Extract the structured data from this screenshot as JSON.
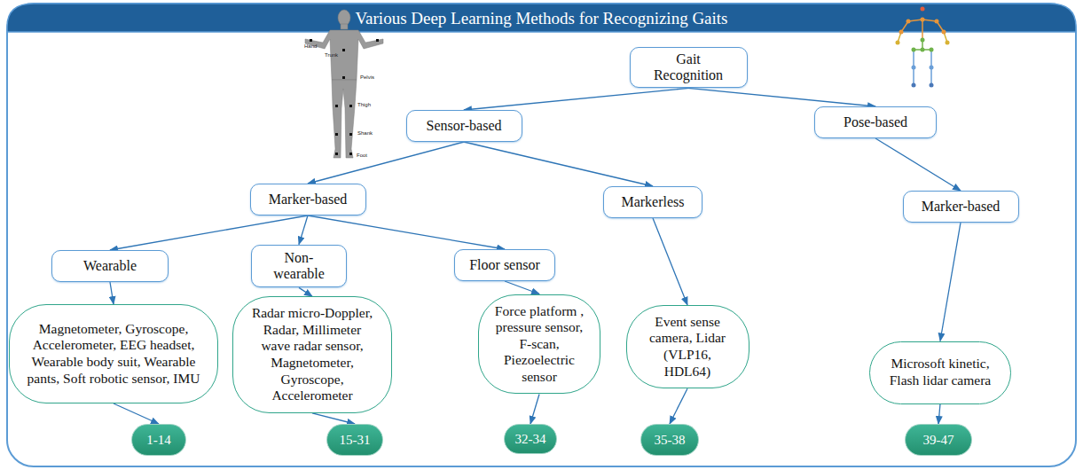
{
  "diagram": {
    "title": "Various Deep Learning Methods for Recognizing Gaits",
    "nodes": [
      {
        "text": [
          "Gait Recognition"
        ]
      },
      {
        "text": [
          "Sensor-based"
        ]
      },
      {
        "text": [
          "Pose-based"
        ]
      },
      {
        "text": [
          "Marker-based"
        ]
      },
      {
        "text": [
          "Markerless"
        ]
      },
      {
        "text": [
          "Marker-based"
        ]
      },
      {
        "text": [
          "Wearable"
        ]
      },
      {
        "text": [
          "Non-wearable"
        ]
      },
      {
        "text": [
          "Floor sensor"
        ]
      },
      {
        "text": [
          "Magnetometer, Gyroscope, Accelerometer, EEG headset, Wearable body suit, Wearable pants, Soft robotic sensor, IMU"
        ]
      },
      {
        "text": [
          "Radar micro-Doppler, Radar, Millimeter wave radar sensor, Magnetometer, Gyroscope, Accelerometer"
        ]
      },
      {
        "text": [
          "Force platform , pressure sensor, F-scan, Piezoelectric sensor"
        ]
      },
      {
        "text": [
          "Event sense camera, Lidar (VLP16, HDL64)"
        ]
      },
      {
        "text": [
          "Microsoft kinetic, Flash lidar camera"
        ]
      },
      {
        "text": [
          "1-14"
        ]
      },
      {
        "text": [
          "15-31"
        ]
      },
      {
        "text": [
          "32-34"
        ]
      },
      {
        "text": [
          "35-38"
        ]
      },
      {
        "text": [
          "39-47"
        ]
      }
    ],
    "edges": [
      {
        "from": 0,
        "to": 1,
        "arrow": "to"
      },
      {
        "from": 0,
        "to": 2,
        "arrow": "to"
      },
      {
        "from": 1,
        "to": 3,
        "arrow": "to"
      },
      {
        "from": 1,
        "to": 4,
        "arrow": "to"
      },
      {
        "from": 2,
        "to": 5,
        "arrow": "to"
      },
      {
        "from": 3,
        "to": 6,
        "arrow": "to"
      },
      {
        "from": 3,
        "to": 7,
        "arrow": "to"
      },
      {
        "from": 3,
        "to": 8,
        "arrow": "to"
      },
      {
        "from": 6,
        "to": 9,
        "arrow": "to"
      },
      {
        "from": 7,
        "to": 10,
        "arrow": "to"
      },
      {
        "from": 8,
        "to": 11,
        "arrow": "to"
      },
      {
        "from": 4,
        "to": 12,
        "arrow": "to"
      },
      {
        "from": 5,
        "to": 13,
        "arrow": "to"
      },
      {
        "from": 9,
        "to": 14,
        "arrow": "to"
      },
      {
        "from": 10,
        "to": 15,
        "arrow": "to"
      },
      {
        "from": 11,
        "to": 16,
        "arrow": "to"
      },
      {
        "from": 12,
        "to": 17,
        "arrow": "to"
      },
      {
        "from": 13,
        "to": 18,
        "arrow": "to"
      }
    ],
    "labels": [
      "Hand",
      "Trunk",
      "Pelvis",
      "Thigh",
      "Shank",
      "Foot"
    ]
  }
}
